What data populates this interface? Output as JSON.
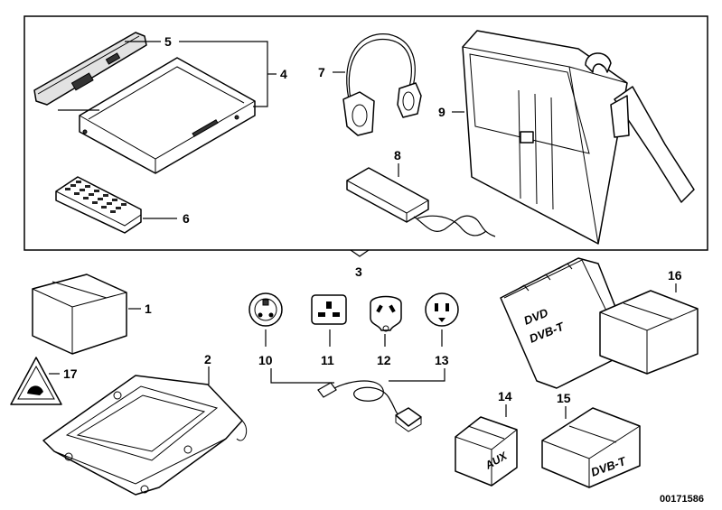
{
  "diagram_id": "00171586",
  "labels": {
    "p1": "1",
    "p2": "2",
    "p3": "3",
    "p4": "4",
    "p5": "5",
    "p6": "6",
    "p7": "7",
    "p8": "8",
    "p9": "9",
    "p10": "10",
    "p11": "11",
    "p12": "12",
    "p13": "13",
    "p14": "14",
    "p15": "15",
    "p16": "16",
    "p17": "17"
  },
  "printed_text": {
    "box16_line1": "DVD",
    "box16_line2": "DVB-T",
    "box14": "AUX",
    "box15": "DVB-T"
  }
}
